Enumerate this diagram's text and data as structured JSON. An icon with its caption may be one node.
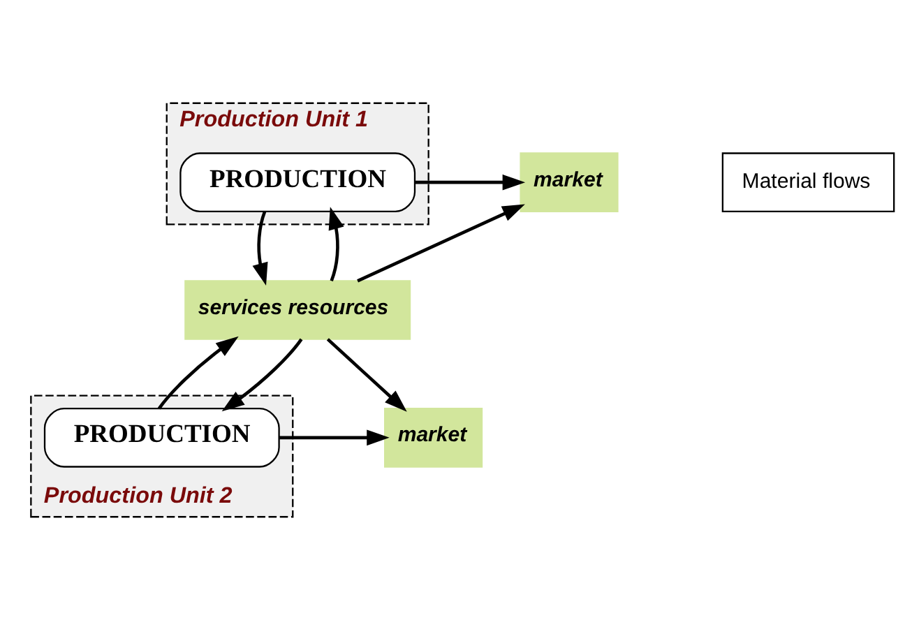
{
  "diagram": {
    "nodes": [
      {
        "text": [
          "Production Unit 1"
        ]
      },
      {
        "text": [
          "PRODUCTION"
        ],
        "in": 0
      },
      {
        "text": [
          "market"
        ]
      },
      {
        "text": [
          "services resources"
        ]
      },
      {
        "text": [
          "Production Unit 2"
        ]
      },
      {
        "text": [
          "PRODUCTION"
        ],
        "in": 4
      },
      {
        "text": [
          "market"
        ]
      }
    ],
    "edges": [
      {
        "from": 1,
        "to": 2,
        "arrow": "to"
      },
      {
        "from": 1,
        "to": 3,
        "arrow": "to"
      },
      {
        "from": 3,
        "to": 1,
        "arrow": "to"
      },
      {
        "from": 3,
        "to": 2,
        "arrow": "to"
      },
      {
        "from": 3,
        "to": 6,
        "arrow": "to"
      },
      {
        "from": 5,
        "to": 3,
        "arrow": "to"
      },
      {
        "from": 3,
        "to": 5,
        "arrow": "to"
      },
      {
        "from": 5,
        "to": 6,
        "arrow": "to"
      }
    ],
    "legend": [
      {
        "text": "Material flows"
      }
    ]
  }
}
